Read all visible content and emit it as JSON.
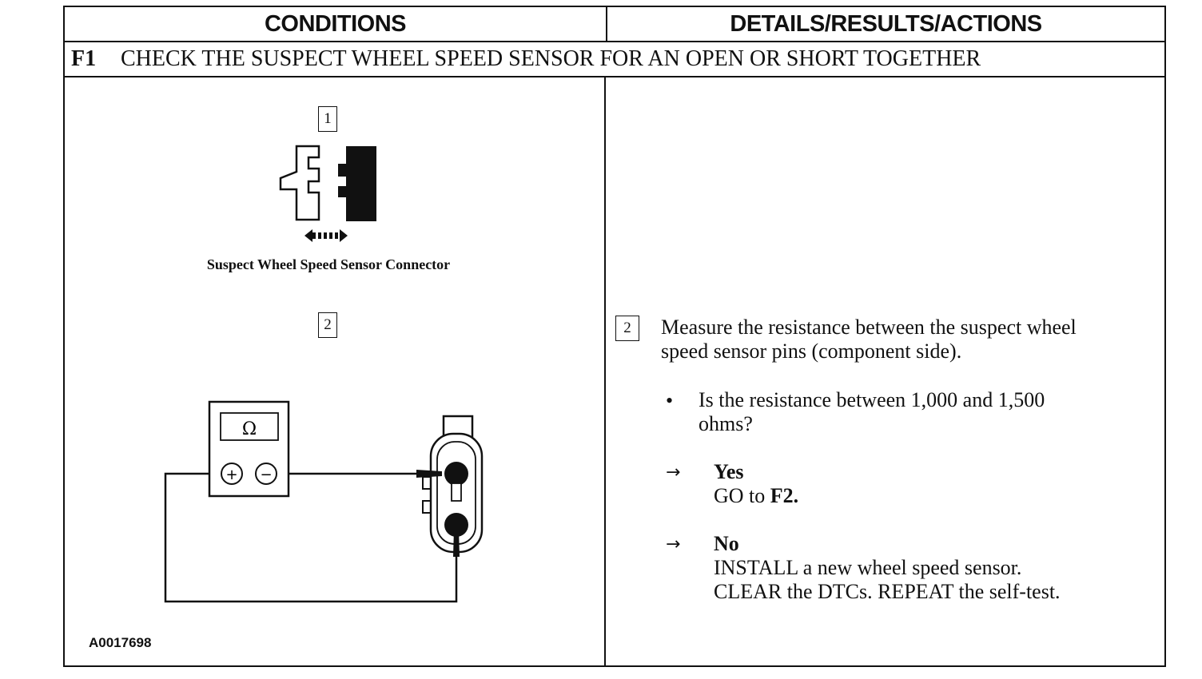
{
  "header": {
    "conditions": "CONDITIONS",
    "details": "DETAILS/RESULTS/ACTIONS"
  },
  "step": {
    "id": "F1",
    "title": "CHECK THE SUSPECT WHEEL SPEED SENSOR FOR AN OPEN OR SHORT TOGETHER"
  },
  "conditions": {
    "box1": "1",
    "caption1": "Suspect Wheel Speed Sensor Connector",
    "box2": "2",
    "meter_symbol": "Ω",
    "plus": "+",
    "minus": "−",
    "figure_id": "A0017698",
    "icons": [
      "connector-icon",
      "disconnect-arrow-icon",
      "ohmmeter-icon",
      "sensor-connector-icon"
    ]
  },
  "details": {
    "box2": "2",
    "instruction_line1": "Measure the resistance between the suspect wheel",
    "instruction_line2": "speed sensor pins (component side).",
    "bullet": "•",
    "question_line1": "Is the resistance between 1,000 and 1,500",
    "question_line2": "ohms?",
    "arrow": "→",
    "yes_label": "Yes",
    "yes_action_prefix": "GO to ",
    "yes_action_target": "F2.",
    "no_label": "No",
    "no_action_line1": "INSTALL a new wheel speed sensor.",
    "no_action_line2": "CLEAR the DTCs. REPEAT the self-test."
  }
}
